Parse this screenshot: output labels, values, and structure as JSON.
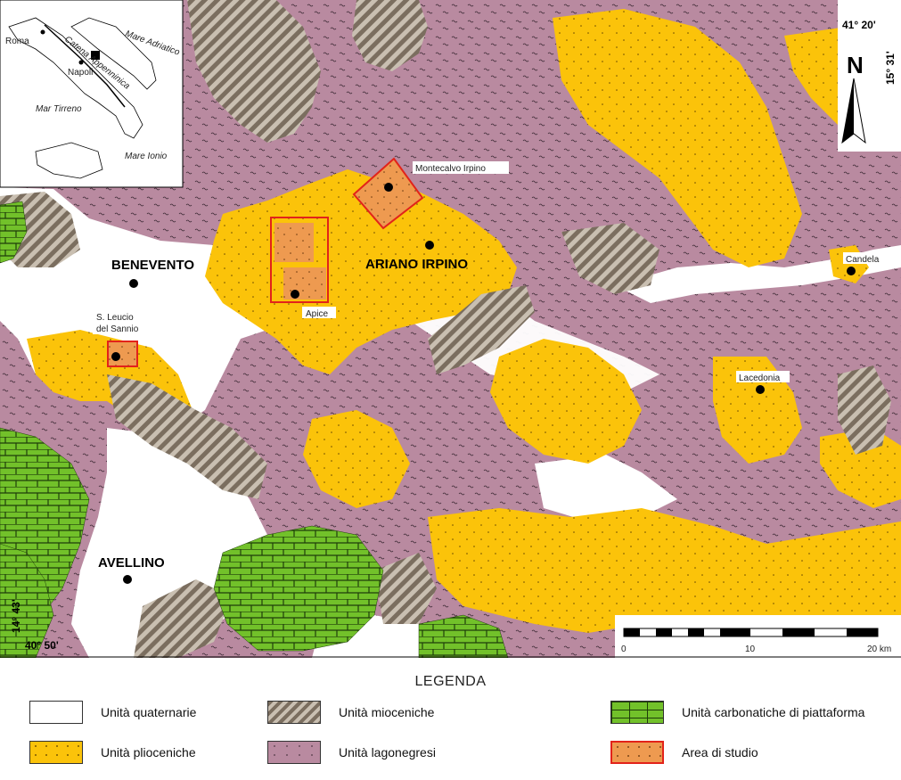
{
  "map": {
    "north_label": "N",
    "coords": {
      "top_right_lat": "41° 20'",
      "right_lon": "15° 31'",
      "bottom_left_lat": "40° 50'",
      "left_lon": "14° 43'"
    },
    "cities": [
      {
        "name": "BENEVENTO"
      },
      {
        "name": "ARIANO IRPINO"
      },
      {
        "name": "AVELLINO"
      }
    ],
    "towns": [
      {
        "name": "Montecalvo Irpino"
      },
      {
        "name": "Apice"
      },
      {
        "name": "S. Leucio"
      },
      {
        "name": "del Sannio"
      },
      {
        "name": "Candela"
      },
      {
        "name": "Lacedonia"
      }
    ],
    "inset": {
      "labels": [
        "Roma",
        "Napoli",
        "Catena Appenninica",
        "Mare Adriatico",
        "Mar Tirreno",
        "Mare Ionio"
      ]
    },
    "scale": {
      "tick_labels": [
        "0",
        "10",
        "20 km"
      ]
    },
    "colors": {
      "quaternary": "#ffffff",
      "pliocene": "#fbc30a",
      "miocene": "#8a7d6e",
      "lagonegro": "#b98aa0",
      "carbonate": "#72c12a",
      "study_area": "#ee9a50",
      "study_border": "#e2231a"
    }
  },
  "legend": {
    "title": "LEGENDA",
    "items": [
      {
        "label": "Unità quaternarie"
      },
      {
        "label": "Unità mioceniche"
      },
      {
        "label": "Unità carbonatiche di piattaforma"
      },
      {
        "label": "Unità plioceniche"
      },
      {
        "label": "Unità lagonegresi"
      },
      {
        "label": "Area di studio"
      }
    ]
  }
}
